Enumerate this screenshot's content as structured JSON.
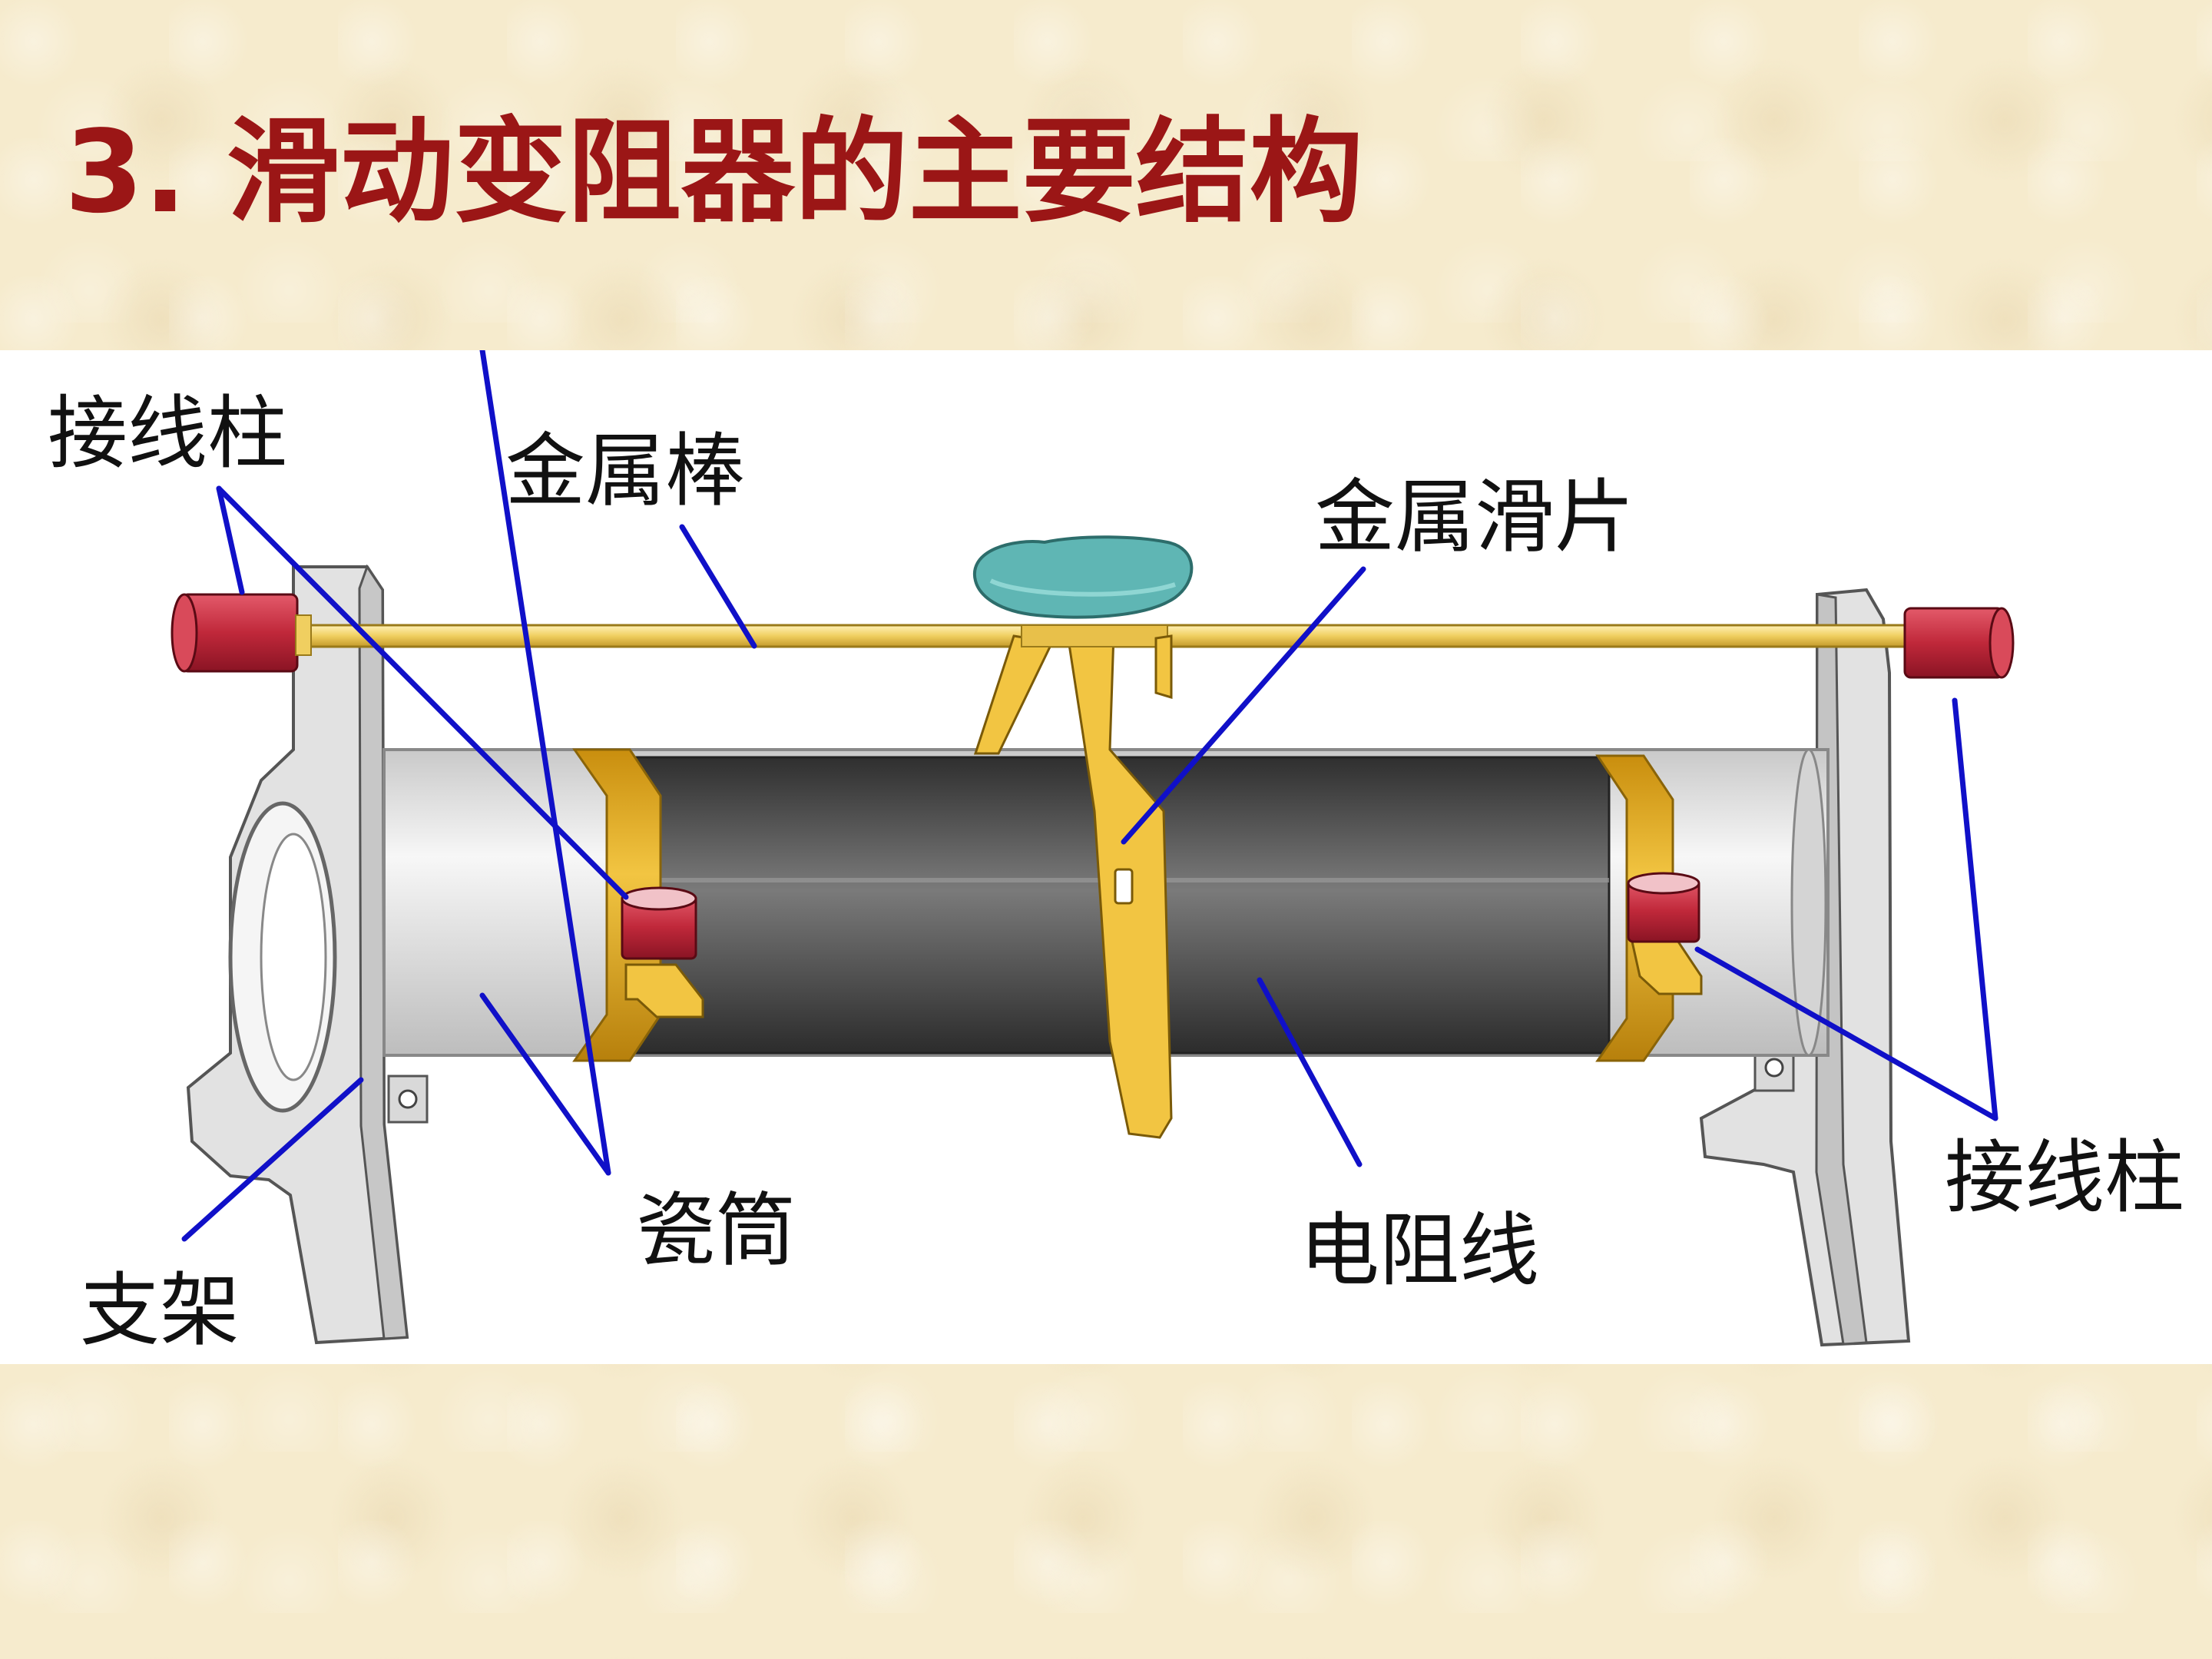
{
  "slide": {
    "title": "3. 滑动变阻器的主要结构"
  },
  "diagram": {
    "labels": {
      "terminal_left": "接线柱",
      "metal_rod": "金属棒",
      "metal_slider": "金属滑片",
      "terminal_right": "接线柱",
      "ceramic_tube": "瓷筒",
      "resistance_wire": "电阻线",
      "bracket": "支架"
    }
  },
  "colors": {
    "title": "#9b1616",
    "leader_lines": "#1010c8",
    "terminal_red": "#c0283a",
    "rod_yellow": "#f0cf60",
    "band_gold": "#e3ac1a",
    "wire_dark": "#4a4a4a",
    "slider_teal": "#5fb6b4",
    "ceramic_white": "#e8e8e8"
  }
}
